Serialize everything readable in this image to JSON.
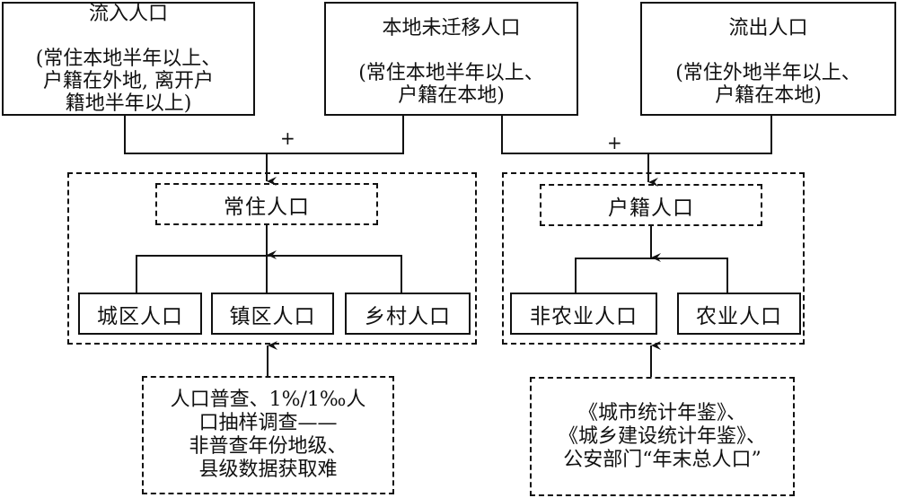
{
  "top_boxes": {
    "inflow": {
      "title": "流入人口",
      "detail": "(常住本地半年以上、\n户籍在外地, 离开户\n籍地半年以上)"
    },
    "local": {
      "title": "本地未迁移人口",
      "detail": "(常住本地半年以上、\n户籍在本地)"
    },
    "outflow": {
      "title": "流出人口",
      "detail": "(常住外地半年以上、\n户籍在本地)"
    }
  },
  "operators": {
    "left_plus": "+",
    "right_plus": "+"
  },
  "resident_group": {
    "title": "常住人口",
    "children": [
      "城区人口",
      "镇区人口",
      "乡村人口"
    ],
    "source": "人口普查、1%/1‰人\n口抽样调查——\n非普查年份地级、\n县级数据获取难"
  },
  "household_group": {
    "title": "户籍人口",
    "children": [
      "非农业人口",
      "农业人口"
    ],
    "source": "《城市统计年鉴》、\n《城乡建设统计年鉴》、\n公安部门“年末总人口”"
  }
}
